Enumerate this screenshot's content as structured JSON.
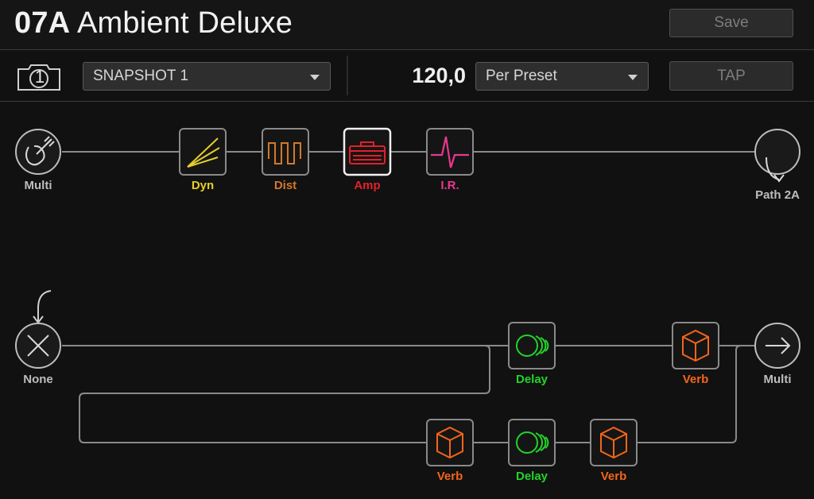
{
  "preset": {
    "number": "07A",
    "name": "Ambient Deluxe"
  },
  "toolbar": {
    "save_label": "Save",
    "tap_label": "TAP"
  },
  "snapshot": {
    "number": "1",
    "selected": "SNAPSHOT 1"
  },
  "tempo": {
    "value": "120,0",
    "mode": "Per Preset"
  },
  "path1": {
    "input_label": "Multi",
    "output_label": "Path 2A",
    "blocks": [
      {
        "label": "Dyn",
        "color": "#e6cf2a"
      },
      {
        "label": "Dist",
        "color": "#d3782a"
      },
      {
        "label": "Amp",
        "color": "#e0202a"
      },
      {
        "label": "I.R.",
        "color": "#e8388e"
      }
    ]
  },
  "path2": {
    "input_label": "None",
    "output_label": "Multi",
    "blocks_a": [
      {
        "label": "Delay",
        "color": "#22d32a"
      },
      {
        "label": "Verb",
        "color": "#f2661a"
      }
    ],
    "blocks_b": [
      {
        "label": "Verb",
        "color": "#f2661a"
      },
      {
        "label": "Delay",
        "color": "#22d32a"
      },
      {
        "label": "Verb",
        "color": "#f2661a"
      }
    ]
  },
  "colors": {
    "wire": "#8a8a8a",
    "selected_border": "#f0f0f0",
    "block_bg": "#151515"
  }
}
